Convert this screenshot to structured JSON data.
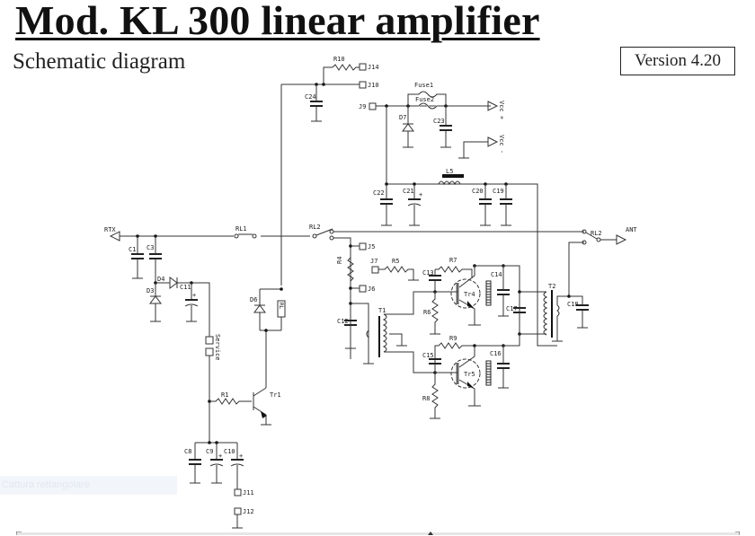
{
  "document": {
    "title": "Mod. KL 300 linear amplifier",
    "subtitle": "Schematic diagram",
    "version": "Version 4.20"
  },
  "overlay": {
    "capture_label": "Cattura rettangolare"
  },
  "schematic": {
    "ports": {
      "rtx": "RTX",
      "ant": "ANT",
      "vcc_plus": "Vcc +",
      "vcc_minus": "Vcc -"
    },
    "connectors": [
      "J14",
      "J10",
      "J9",
      "J5",
      "J7",
      "J6",
      "J11",
      "J12"
    ],
    "resistors": [
      "R10",
      "R4",
      "R5",
      "R7",
      "R6",
      "R9",
      "R8",
      "R1"
    ],
    "capacitors": [
      "C24",
      "C23",
      "C22",
      "C21",
      "C20",
      "C19",
      "C1",
      "C3",
      "C11",
      "C12",
      "C13",
      "C14",
      "C17",
      "C15",
      "C16",
      "C18",
      "C8",
      "C9",
      "C10"
    ],
    "diodes": [
      "D7",
      "D4",
      "D3",
      "D6"
    ],
    "fuses": [
      "Fuse1",
      "Fuse2"
    ],
    "inductors": [
      "L5"
    ],
    "transformers": [
      "T1",
      "T2"
    ],
    "transistors": [
      "Tr1",
      "Tr4",
      "Tr5"
    ],
    "relays": [
      "RL1",
      "RL2",
      "RL2"
    ],
    "relay_coil": "RL",
    "service_switch": "Service"
  }
}
